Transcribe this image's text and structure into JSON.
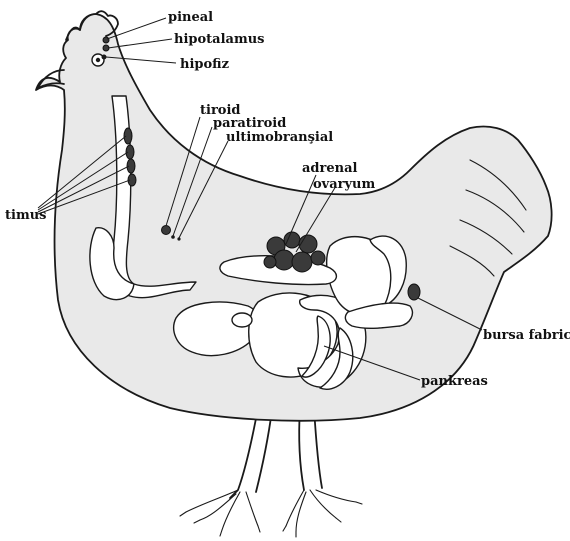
{
  "labels": {
    "pineal": "pineal",
    "hipotalamus": "hipotalamus",
    "hipofiz": "hipofiz",
    "tiroid": "tiroid",
    "paratiroid": "paratiroid",
    "ultimobransial": "ultimobranşial",
    "adrenal": "adrenal",
    "ovaryum": "ovaryum",
    "timus": "timus",
    "bursa_fabricus": "bursa fabricus",
    "pankreas": "pankreas"
  },
  "colors": {
    "body_fill": "#e9e9e9",
    "gland_fill": "#3a3a3a",
    "line": "#1a1a1a"
  }
}
